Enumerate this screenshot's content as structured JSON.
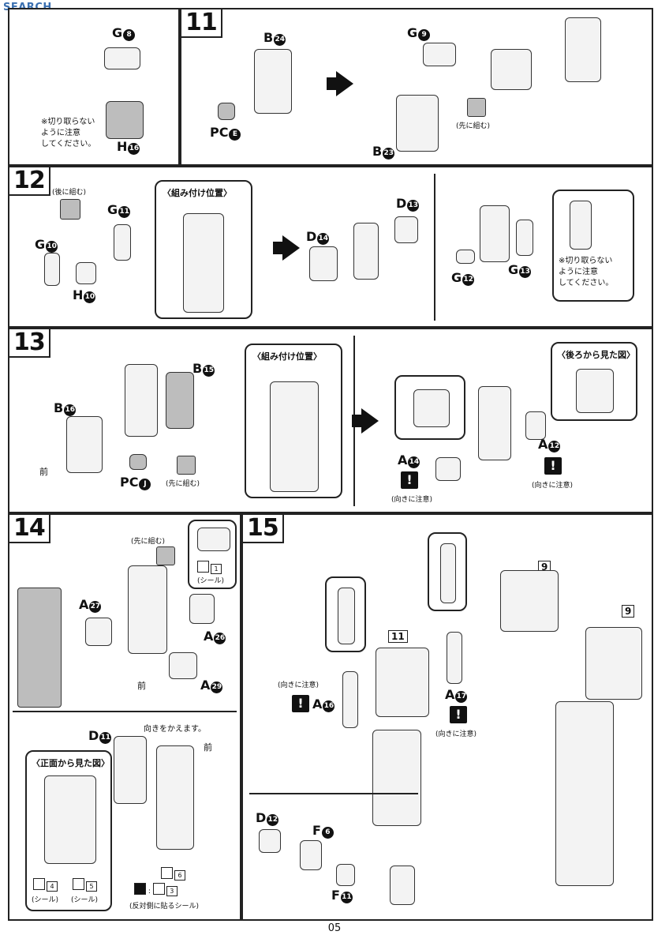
{
  "watermark": "SEARCH",
  "page_number": "05",
  "steps": {
    "s10": {
      "g": "G",
      "g_n": "8",
      "h": "H",
      "h_n": "16",
      "note": [
        "※切り取らない",
        "ように注意",
        "してください。"
      ]
    },
    "s11": {
      "num": "11",
      "b24": "B",
      "b24_n": "24",
      "pc": "PC",
      "pc_n": "E",
      "g9": "G",
      "g9_n": "9",
      "b23": "B",
      "b23_n": "23",
      "first": "(先に組む)"
    },
    "s12": {
      "num": "12",
      "after": "(後に組む)",
      "g11": "G",
      "g11_n": "11",
      "g10": "G",
      "g10_n": "10",
      "h10": "H",
      "h10_n": "10",
      "callout": "〈組み付け位置〉",
      "d13": "D",
      "d13_n": "13",
      "d14": "D",
      "d14_n": "14",
      "g12": "G",
      "g12_n": "12",
      "g13": "G",
      "g13_n": "13",
      "note": [
        "※切り取らない",
        "ように注意",
        "してください。"
      ]
    },
    "s13": {
      "num": "13",
      "b15": "B",
      "b15_n": "15",
      "b16": "B",
      "b16_n": "16",
      "front": "前",
      "pc": "PC",
      "pc_n": "J",
      "first": "(先に組む)",
      "callout": "〈組み付け位置〉",
      "back_view": "〈後ろから見た図〉",
      "a14": "A",
      "a14_n": "14",
      "a12": "A",
      "a12_n": "12",
      "direction": "(向きに注意)"
    },
    "s14": {
      "num": "14",
      "first": "(先に組む)",
      "a27": "A",
      "a27_n": "27",
      "a26": "A",
      "a26_n": "26",
      "a29": "A",
      "a29_n": "29",
      "front": "前",
      "sticker1": "1",
      "seal": "(シール)",
      "turn": "向きをかえます。",
      "d11": "D",
      "d11_n": "11",
      "front_view": "〈正面から見た図〉",
      "sticker4": "4",
      "sticker5": "5",
      "sticker6": "6",
      "sticker3": "3",
      "opposite": "(反対側に貼るシール)"
    },
    "s15": {
      "num": "15",
      "box11": "11",
      "a16": "A",
      "a16_n": "16",
      "a17": "A",
      "a17_n": "17",
      "direction": "(向きに注意)",
      "d12": "D",
      "d12_n": "12",
      "f6": "F",
      "f6_n": "6",
      "f11": "F",
      "f11_n": "11",
      "box9a": "9",
      "box9b": "9"
    }
  }
}
